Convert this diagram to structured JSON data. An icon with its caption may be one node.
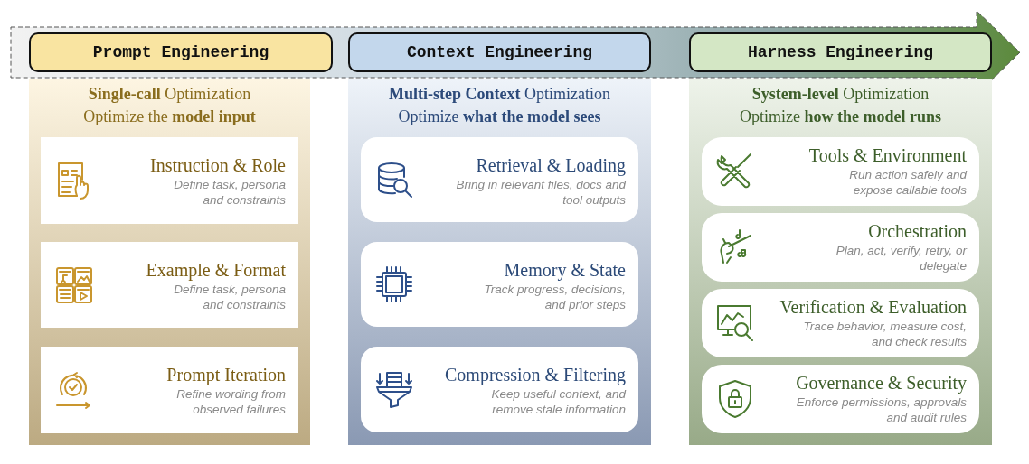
{
  "diagram": {
    "nodes": [
      {
        "text": [
          "Prompt Engineering"
        ]
      },
      {
        "text": [
          "**Single-call** Optimization",
          "Optimize the **model input**"
        ]
      },
      {
        "text": [
          "Instruction & Role",
          "Define task, persona and constraints"
        ],
        "in": 1
      },
      {
        "text": [
          "Example & Format",
          "Define task, persona and constraints"
        ],
        "in": 1
      },
      {
        "text": [
          "Prompt Iteration",
          "Refine wording from observed failures"
        ],
        "in": 1
      },
      {
        "text": [
          "Context Engineering"
        ]
      },
      {
        "text": [
          "**Multi-step Context** Optimization",
          "Optimize **what the model sees**"
        ]
      },
      {
        "text": [
          "Retrieval & Loading",
          "Bring in relevant files, docs and tool outputs"
        ],
        "in": 6
      },
      {
        "text": [
          "Memory & State",
          "Track progress, decisions, and prior steps"
        ],
        "in": 6
      },
      {
        "text": [
          "Compression & Filtering",
          "Keep useful context, and remove stale information"
        ],
        "in": 6
      },
      {
        "text": [
          "Harness Engineering"
        ]
      },
      {
        "text": [
          "**System-level** Optimization",
          "Optimize **how the model runs**"
        ]
      },
      {
        "text": [
          "Tools & Environment",
          "Run action safely and expose callable tools"
        ],
        "in": 11
      },
      {
        "text": [
          "Orchestration",
          "Plan, act, verify, retry, or delegate"
        ],
        "in": 11
      },
      {
        "text": [
          "Verification & Evaluation",
          "Trace behavior, measure cost, and check results"
        ],
        "in": 11
      },
      {
        "text": [
          "Governance & Security",
          "Enforce permissions, approvals and audit rules"
        ],
        "in": 11
      }
    ]
  }
}
